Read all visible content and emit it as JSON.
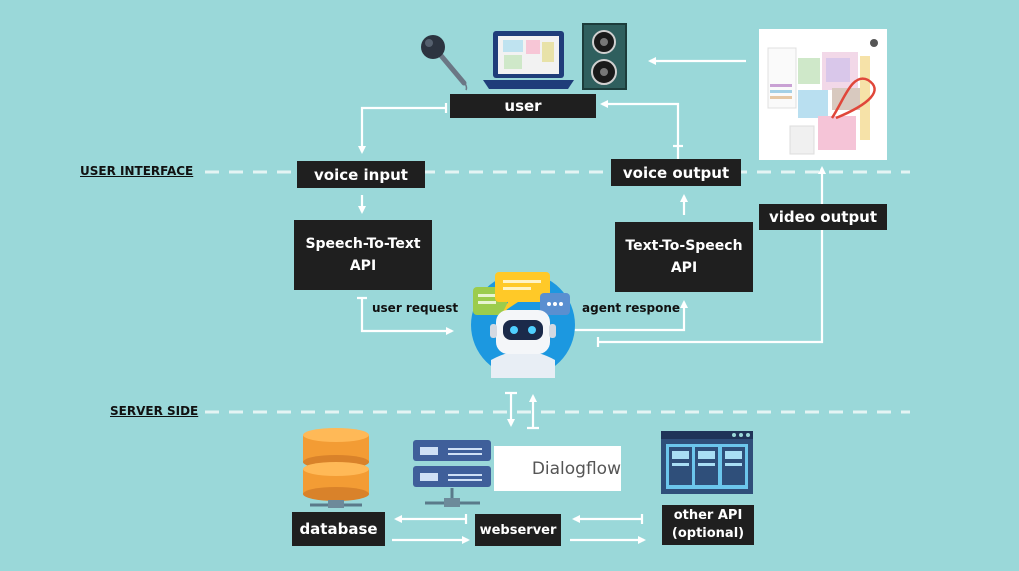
{
  "sections": {
    "user_interface": "USER INTERFACE",
    "server_side": "SERVER SIDE"
  },
  "nodes": {
    "user": "user",
    "voice_input": "voice input",
    "voice_output": "voice output",
    "stt_line1": "Speech-To-Text",
    "stt_line2": "API",
    "tts_line1": "Text-To-Speech",
    "tts_line2": "API",
    "video_output": "video output",
    "database": "database",
    "webserver": "webserver",
    "other_api_line1": "other API",
    "other_api_line2": "(optional)"
  },
  "edge_labels": {
    "user_request": "user request",
    "agent_response": "agent respone"
  },
  "logos": {
    "dialogflow": "Dialogflow"
  },
  "colors": {
    "background": "#9ad8d9",
    "box": "#1f1f1f",
    "arrow": "#ffffff",
    "dialogflow_orange": "#ef6c00",
    "database_orange": "#f39c34"
  },
  "icons": [
    "microphone-icon",
    "laptop-icon",
    "speaker-icon",
    "floor-map-icon",
    "chatbot-icon",
    "database-icon",
    "server-icon",
    "dialogflow-logo-icon",
    "web-dashboard-icon"
  ]
}
